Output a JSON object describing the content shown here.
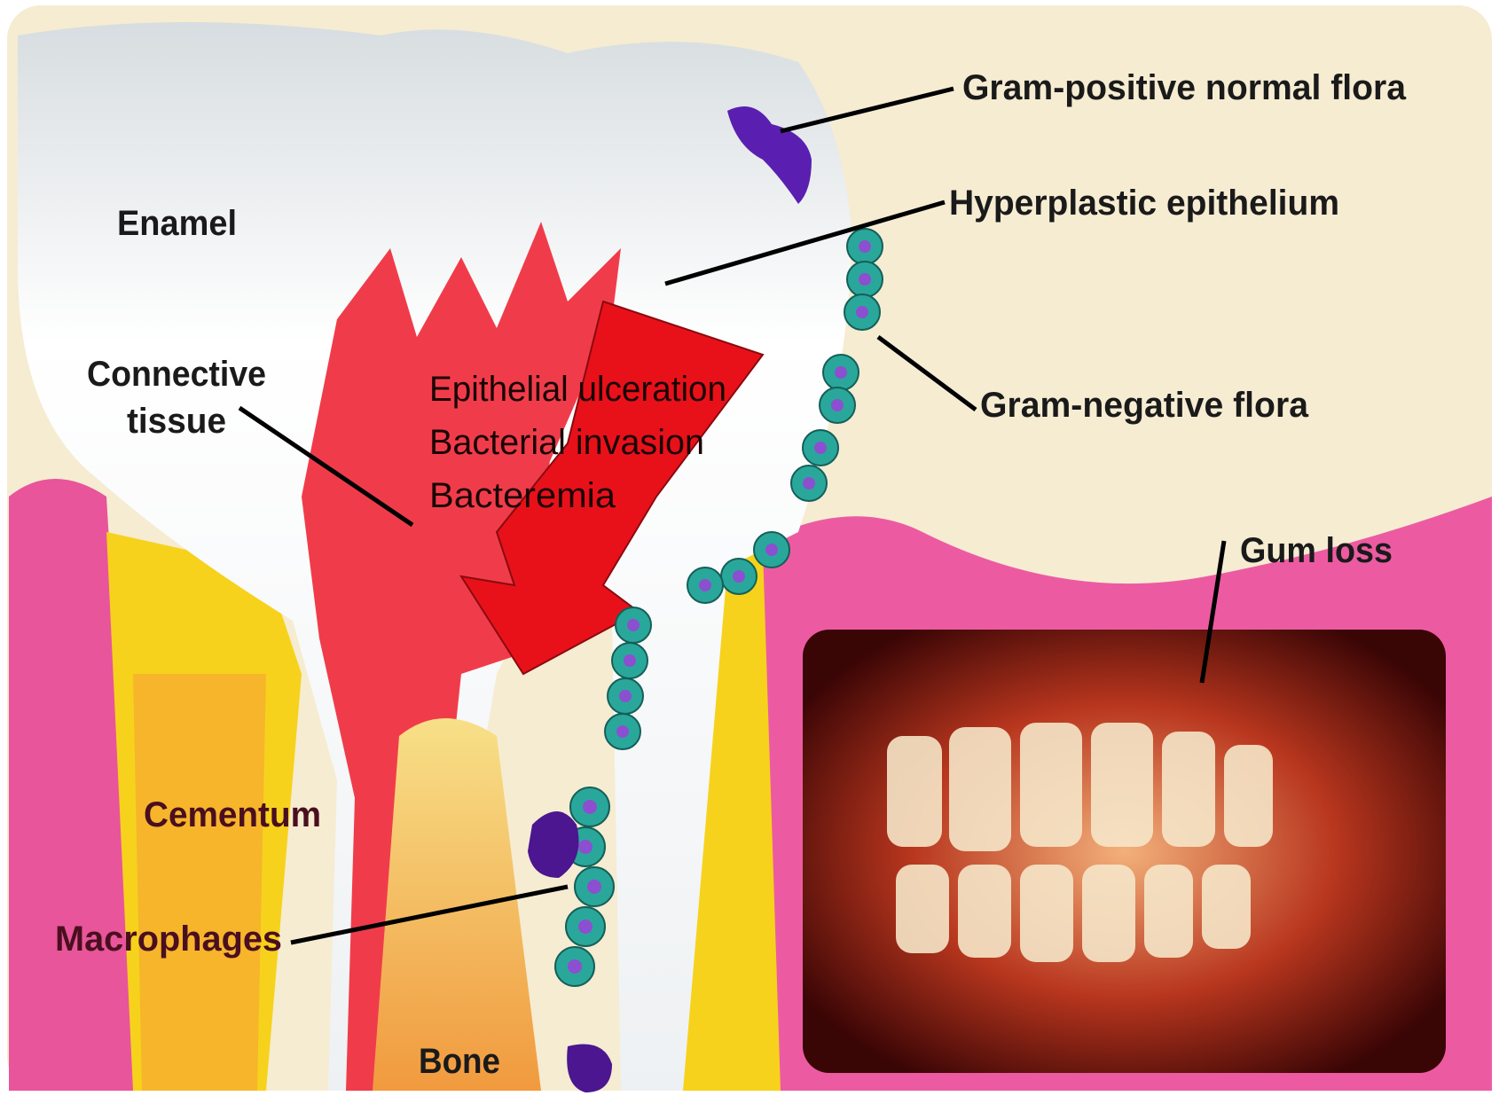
{
  "labels": {
    "gram_positive": "Gram-positive normal flora",
    "hyperplastic": "Hyperplastic epithelium",
    "enamel": "Enamel",
    "connective_line1": "Connective",
    "connective_line2": "tissue",
    "gram_negative": "Gram-negative flora",
    "gum_loss": "Gum loss",
    "cementum": "Cementum",
    "macrophages": "Macrophages",
    "bone": "Bone"
  },
  "arrow_text": {
    "line1": "Epithelial ulceration",
    "line2": "Bacterial invasion",
    "line3": "Bacteremia"
  },
  "colors": {
    "background": "#f5ecd2",
    "gum_pink": "#e8559a",
    "connective_red": "#f03c4a",
    "arrow_red": "#e8111a",
    "cementum_yellow": "#f7d21c",
    "bone_orange": "#f4a54a",
    "cell_teal": "#2aa79b",
    "cell_purple": "#8c4fd0",
    "bacteria_purple": "#5a1fb0"
  },
  "icons": {
    "photo": "mouth-photo-icon"
  }
}
